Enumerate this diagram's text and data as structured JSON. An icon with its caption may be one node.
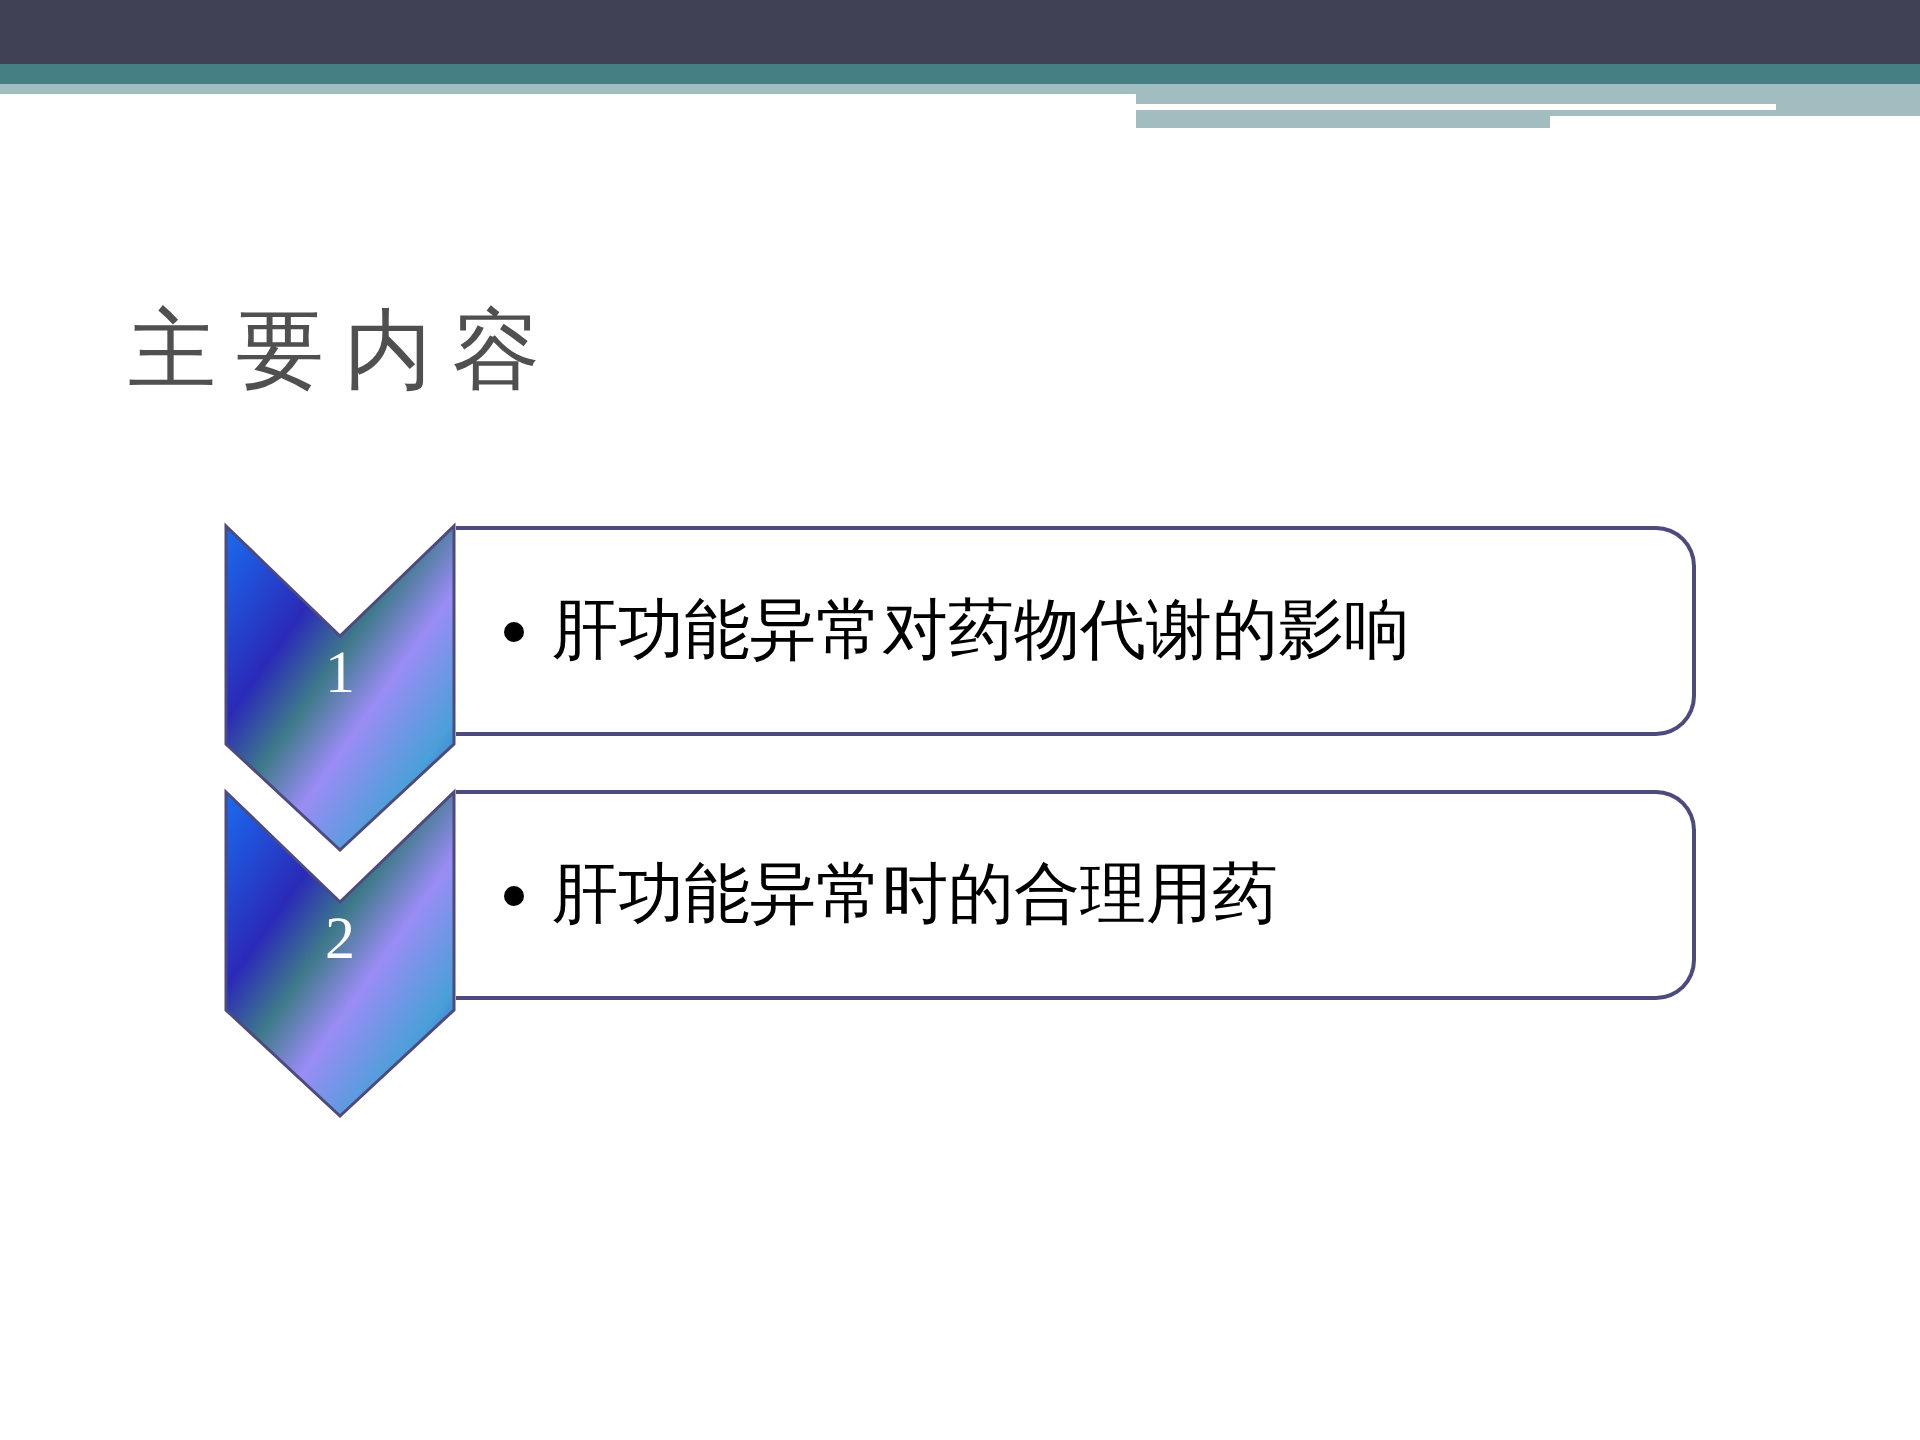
{
  "diagram": {
    "title": "主要内容",
    "nodes": [
      {
        "text": [
          "1"
        ]
      },
      {
        "text": [
          "肝功能异常对药物代谢的影响"
        ]
      },
      {
        "text": [
          "2"
        ]
      },
      {
        "text": [
          "肝功能异常时的合理用药"
        ]
      }
    ]
  }
}
